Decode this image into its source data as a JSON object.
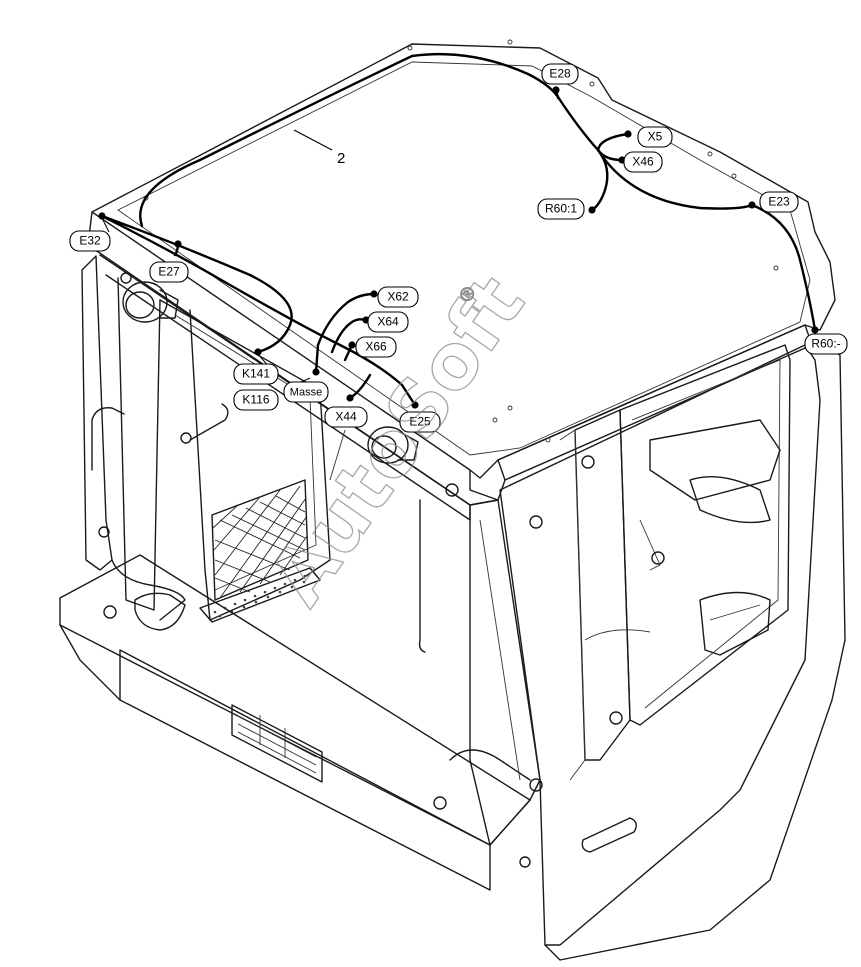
{
  "callout": {
    "number": "2"
  },
  "labels": [
    {
      "id": "E28",
      "text": "E28"
    },
    {
      "id": "X5",
      "text": "X5"
    },
    {
      "id": "X46",
      "text": "X46"
    },
    {
      "id": "R60_1",
      "text": "R60:1"
    },
    {
      "id": "E23",
      "text": "E23"
    },
    {
      "id": "E32",
      "text": "E32"
    },
    {
      "id": "E27",
      "text": "E27"
    },
    {
      "id": "X62",
      "text": "X62"
    },
    {
      "id": "X64",
      "text": "X64"
    },
    {
      "id": "X66",
      "text": "X66"
    },
    {
      "id": "K141",
      "text": "K141"
    },
    {
      "id": "Masse",
      "text": "Masse"
    },
    {
      "id": "K116",
      "text": "K116"
    },
    {
      "id": "X44",
      "text": "X44"
    },
    {
      "id": "E25",
      "text": "E25"
    },
    {
      "id": "R60",
      "text": "R60:-"
    }
  ],
  "watermark": {
    "text": "AutoSoft",
    "trademark": "®"
  }
}
